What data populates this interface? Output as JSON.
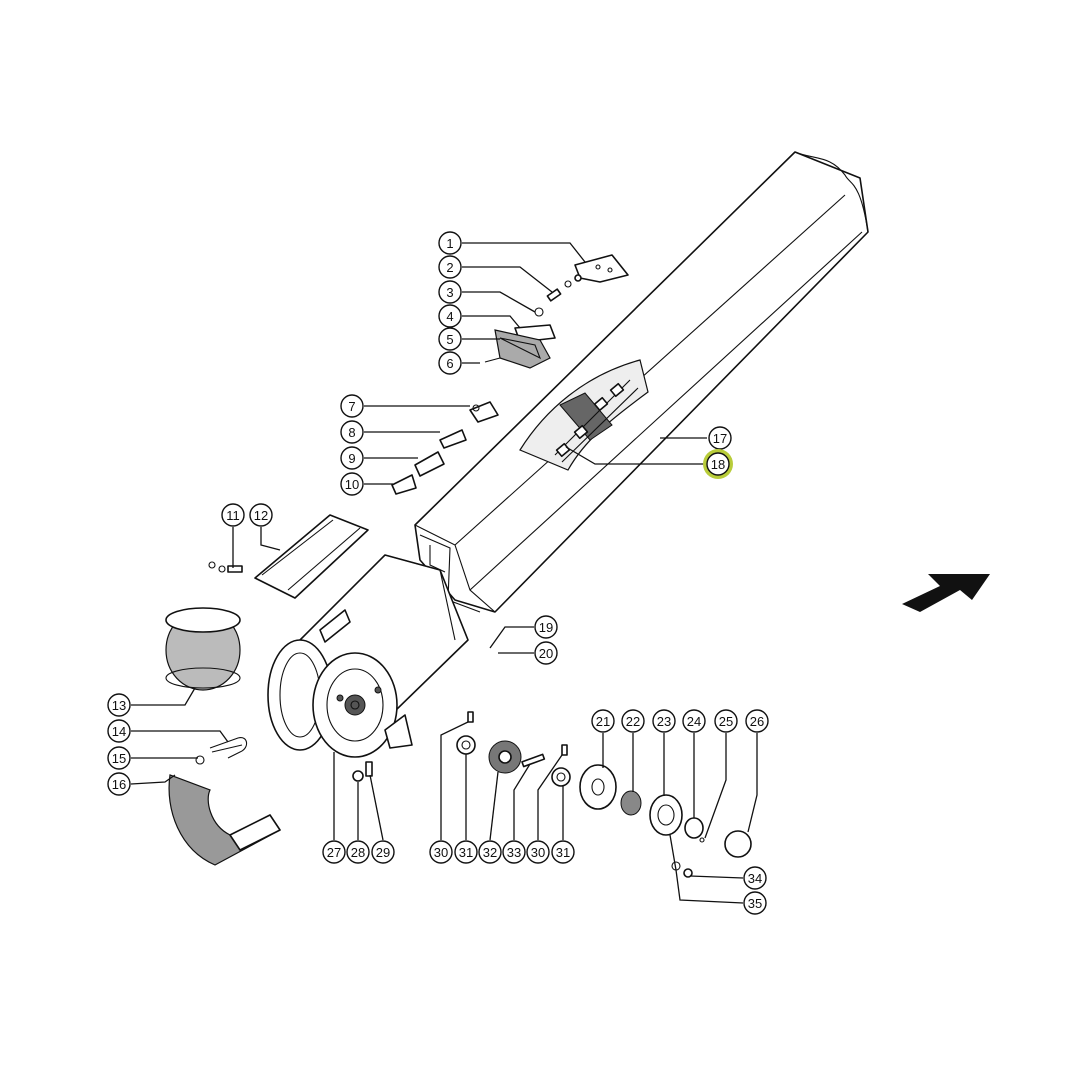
{
  "colors": {
    "highlight": "#b8cc3a",
    "ink": "#111111",
    "paper": "#ffffff"
  },
  "icons": {
    "direction_arrow": "direction-arrow-icon"
  },
  "callouts": [
    {
      "id": "c1",
      "label": "1",
      "highlighted": false
    },
    {
      "id": "c2",
      "label": "2",
      "highlighted": false
    },
    {
      "id": "c3",
      "label": "3",
      "highlighted": false
    },
    {
      "id": "c4",
      "label": "4",
      "highlighted": false
    },
    {
      "id": "c5",
      "label": "5",
      "highlighted": false
    },
    {
      "id": "c6",
      "label": "6",
      "highlighted": false
    },
    {
      "id": "c7",
      "label": "7",
      "highlighted": false
    },
    {
      "id": "c8",
      "label": "8",
      "highlighted": false
    },
    {
      "id": "c9",
      "label": "9",
      "highlighted": false
    },
    {
      "id": "c10",
      "label": "10",
      "highlighted": false
    },
    {
      "id": "c11",
      "label": "11",
      "highlighted": false
    },
    {
      "id": "c12",
      "label": "12",
      "highlighted": false
    },
    {
      "id": "c13",
      "label": "13",
      "highlighted": false
    },
    {
      "id": "c14",
      "label": "14",
      "highlighted": false
    },
    {
      "id": "c15",
      "label": "15",
      "highlighted": false
    },
    {
      "id": "c16",
      "label": "16",
      "highlighted": false
    },
    {
      "id": "c17",
      "label": "17",
      "highlighted": false
    },
    {
      "id": "c18",
      "label": "18",
      "highlighted": true
    },
    {
      "id": "c19",
      "label": "19",
      "highlighted": false
    },
    {
      "id": "c20",
      "label": "20",
      "highlighted": false
    },
    {
      "id": "c21",
      "label": "21",
      "highlighted": false
    },
    {
      "id": "c22",
      "label": "22",
      "highlighted": false
    },
    {
      "id": "c23",
      "label": "23",
      "highlighted": false
    },
    {
      "id": "c24",
      "label": "24",
      "highlighted": false
    },
    {
      "id": "c25",
      "label": "25",
      "highlighted": false
    },
    {
      "id": "c26",
      "label": "26",
      "highlighted": false
    },
    {
      "id": "c27",
      "label": "27",
      "highlighted": false
    },
    {
      "id": "c28",
      "label": "28",
      "highlighted": false
    },
    {
      "id": "c29",
      "label": "29",
      "highlighted": false
    },
    {
      "id": "c30a",
      "label": "30",
      "highlighted": false
    },
    {
      "id": "c31a",
      "label": "31",
      "highlighted": false
    },
    {
      "id": "c32",
      "label": "32",
      "highlighted": false
    },
    {
      "id": "c33",
      "label": "33",
      "highlighted": false
    },
    {
      "id": "c30b",
      "label": "30",
      "highlighted": false
    },
    {
      "id": "c31b",
      "label": "31",
      "highlighted": false
    },
    {
      "id": "c34",
      "label": "34",
      "highlighted": false
    },
    {
      "id": "c35",
      "label": "35",
      "highlighted": false
    }
  ]
}
